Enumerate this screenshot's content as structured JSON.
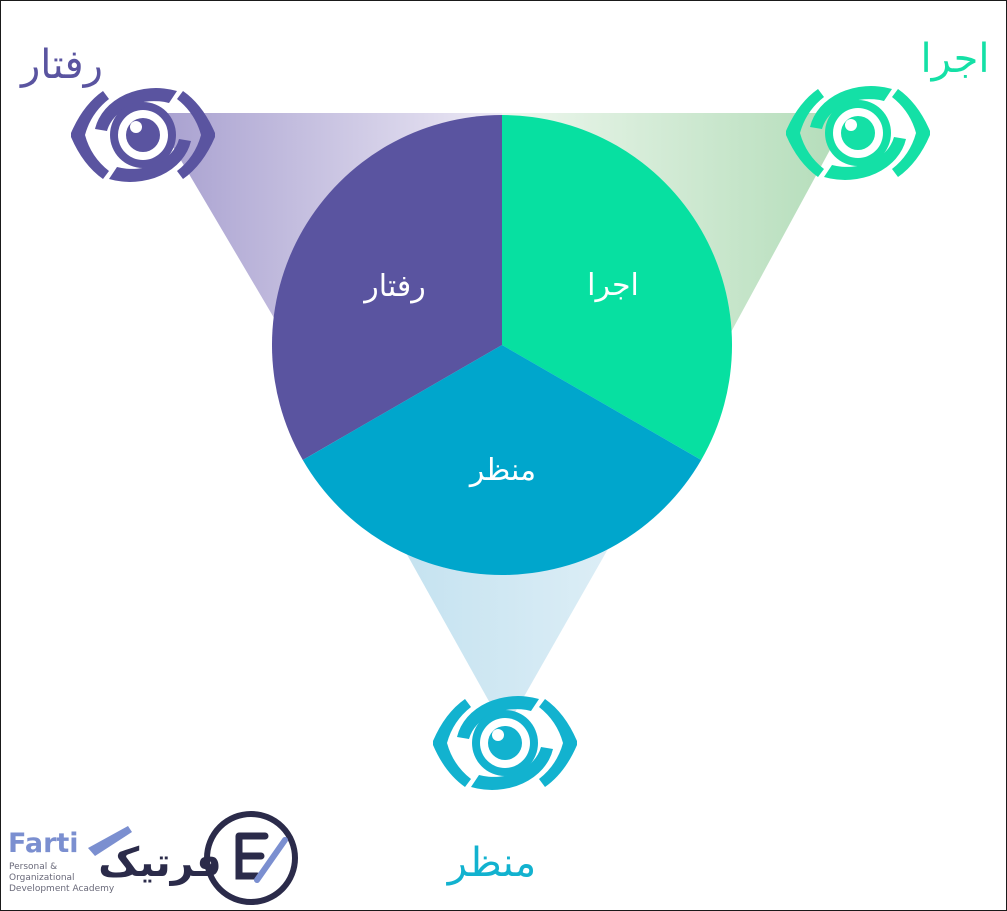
{
  "diagram": {
    "segments": [
      {
        "key": "behavior",
        "label": "رفتار",
        "color": "#5a54a0"
      },
      {
        "key": "execution",
        "label": "اجرا",
        "color": "#07e0a1"
      },
      {
        "key": "perspective",
        "label": "منظر",
        "color": "#00a6cc"
      }
    ],
    "corners": [
      {
        "key": "behavior",
        "label": "رفتار",
        "color": "#5a54a0",
        "icon": "eye-icon"
      },
      {
        "key": "execution",
        "label": "اجرا",
        "color": "#14e0a6",
        "icon": "eye-icon"
      },
      {
        "key": "perspective",
        "label": "منظر",
        "color": "#12b2cf",
        "icon": "eye-icon"
      }
    ]
  },
  "logo": {
    "brand_latin": "Farti",
    "subtitle_line1": "Personal &",
    "subtitle_line2": "Organizational",
    "subtitle_line3": "Development Academy",
    "brand_farsi": "فرتیک",
    "emblem_icon": "f-monogram-icon",
    "color": "#2b2b4a",
    "accent": "#7b8fd0"
  }
}
